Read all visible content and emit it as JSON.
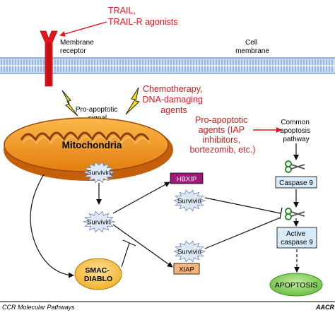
{
  "agonist_label": [
    "TRAIL,",
    "TRAIL-R agonists"
  ],
  "membrane_receptor_label": [
    "Membrane",
    "receptor"
  ],
  "cell_membrane_label": [
    "Cell",
    "membrane"
  ],
  "pro_apoptotic_signal_label": [
    "Pro-apoptotic",
    "signal"
  ],
  "chemotherapy_label": [
    "Chemotherapy,",
    "DNA-damaging",
    "agents"
  ],
  "pro_apoptotic_agents_label": [
    "Pro-apoptotic",
    "agents (IAP",
    "inhibitors,",
    "bortezomib, etc.)"
  ],
  "common_pathway_label": [
    "Common",
    "apoptosis",
    "pathway"
  ],
  "mitochondria_label": "Mitochondria",
  "survivin_label": "Survivin",
  "hbxip_label": "HBXIP",
  "xiap_label": "XIAP",
  "smac_label": [
    "SMAC-",
    "DIABLO"
  ],
  "caspase9_label": "Caspase 9",
  "active_caspase9_label": [
    "Active",
    "caspase 9"
  ],
  "apoptosis_label": "APOPTOSIS",
  "footer_label": "CCR Molecular Pathways",
  "logo_text": "AACR",
  "colors": {
    "red_text": "#e8141b",
    "membrane_blue": "#c9dbf3",
    "membrane_stripe": "#3f74c6",
    "mito_orange": "#f59a1f",
    "mito_dark": "#c45f0c",
    "hbxip_fill": "#a0197a",
    "xiap_fill": "#f6b37a",
    "caspase_fill": "#d9ebf8",
    "apoptosis_fill": "#8fd06a",
    "bolt_fill": "#f7e11a"
  }
}
